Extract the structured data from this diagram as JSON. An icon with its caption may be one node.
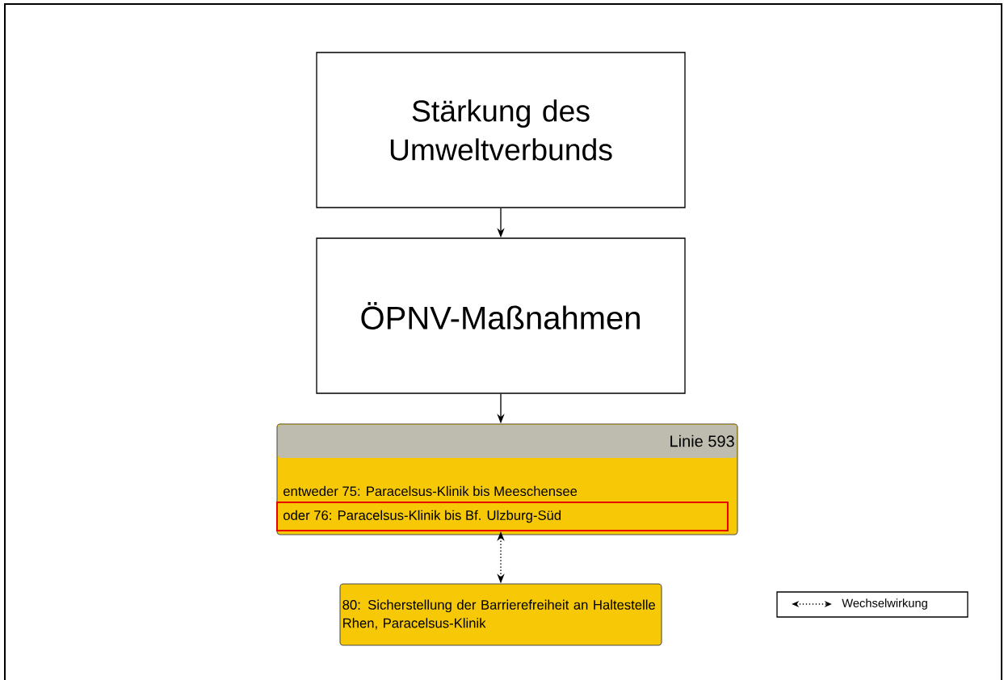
{
  "diagram": {
    "nodes": [
      {
        "text": [
          "Stärkung des Umweltverbunds"
        ]
      },
      {
        "text": [
          "ÖPNV-Maßnahmen"
        ]
      },
      {
        "text": [
          "Linie 593",
          "entweder 75: Paracelsus-Klinik bis Meeschensee"
        ]
      },
      {
        "text": [
          "oder 76: Paracelsus-Klinik bis Bf. Ulzburg-Süd"
        ],
        "in": 2
      },
      {
        "text": [
          "80: Sicherstellung der Barrierefreiheit an Haltestelle Rhen, Paracelsus-Klinik"
        ]
      }
    ],
    "edges": [
      {
        "from": 0,
        "to": 1,
        "arrow": "to"
      },
      {
        "from": 1,
        "to": 2,
        "arrow": "to"
      },
      {
        "from": 3,
        "to": 4,
        "arrow": "both",
        "style": "dashed"
      }
    ],
    "legend": [
      {
        "text": "Wechselwirkung"
      }
    ]
  }
}
